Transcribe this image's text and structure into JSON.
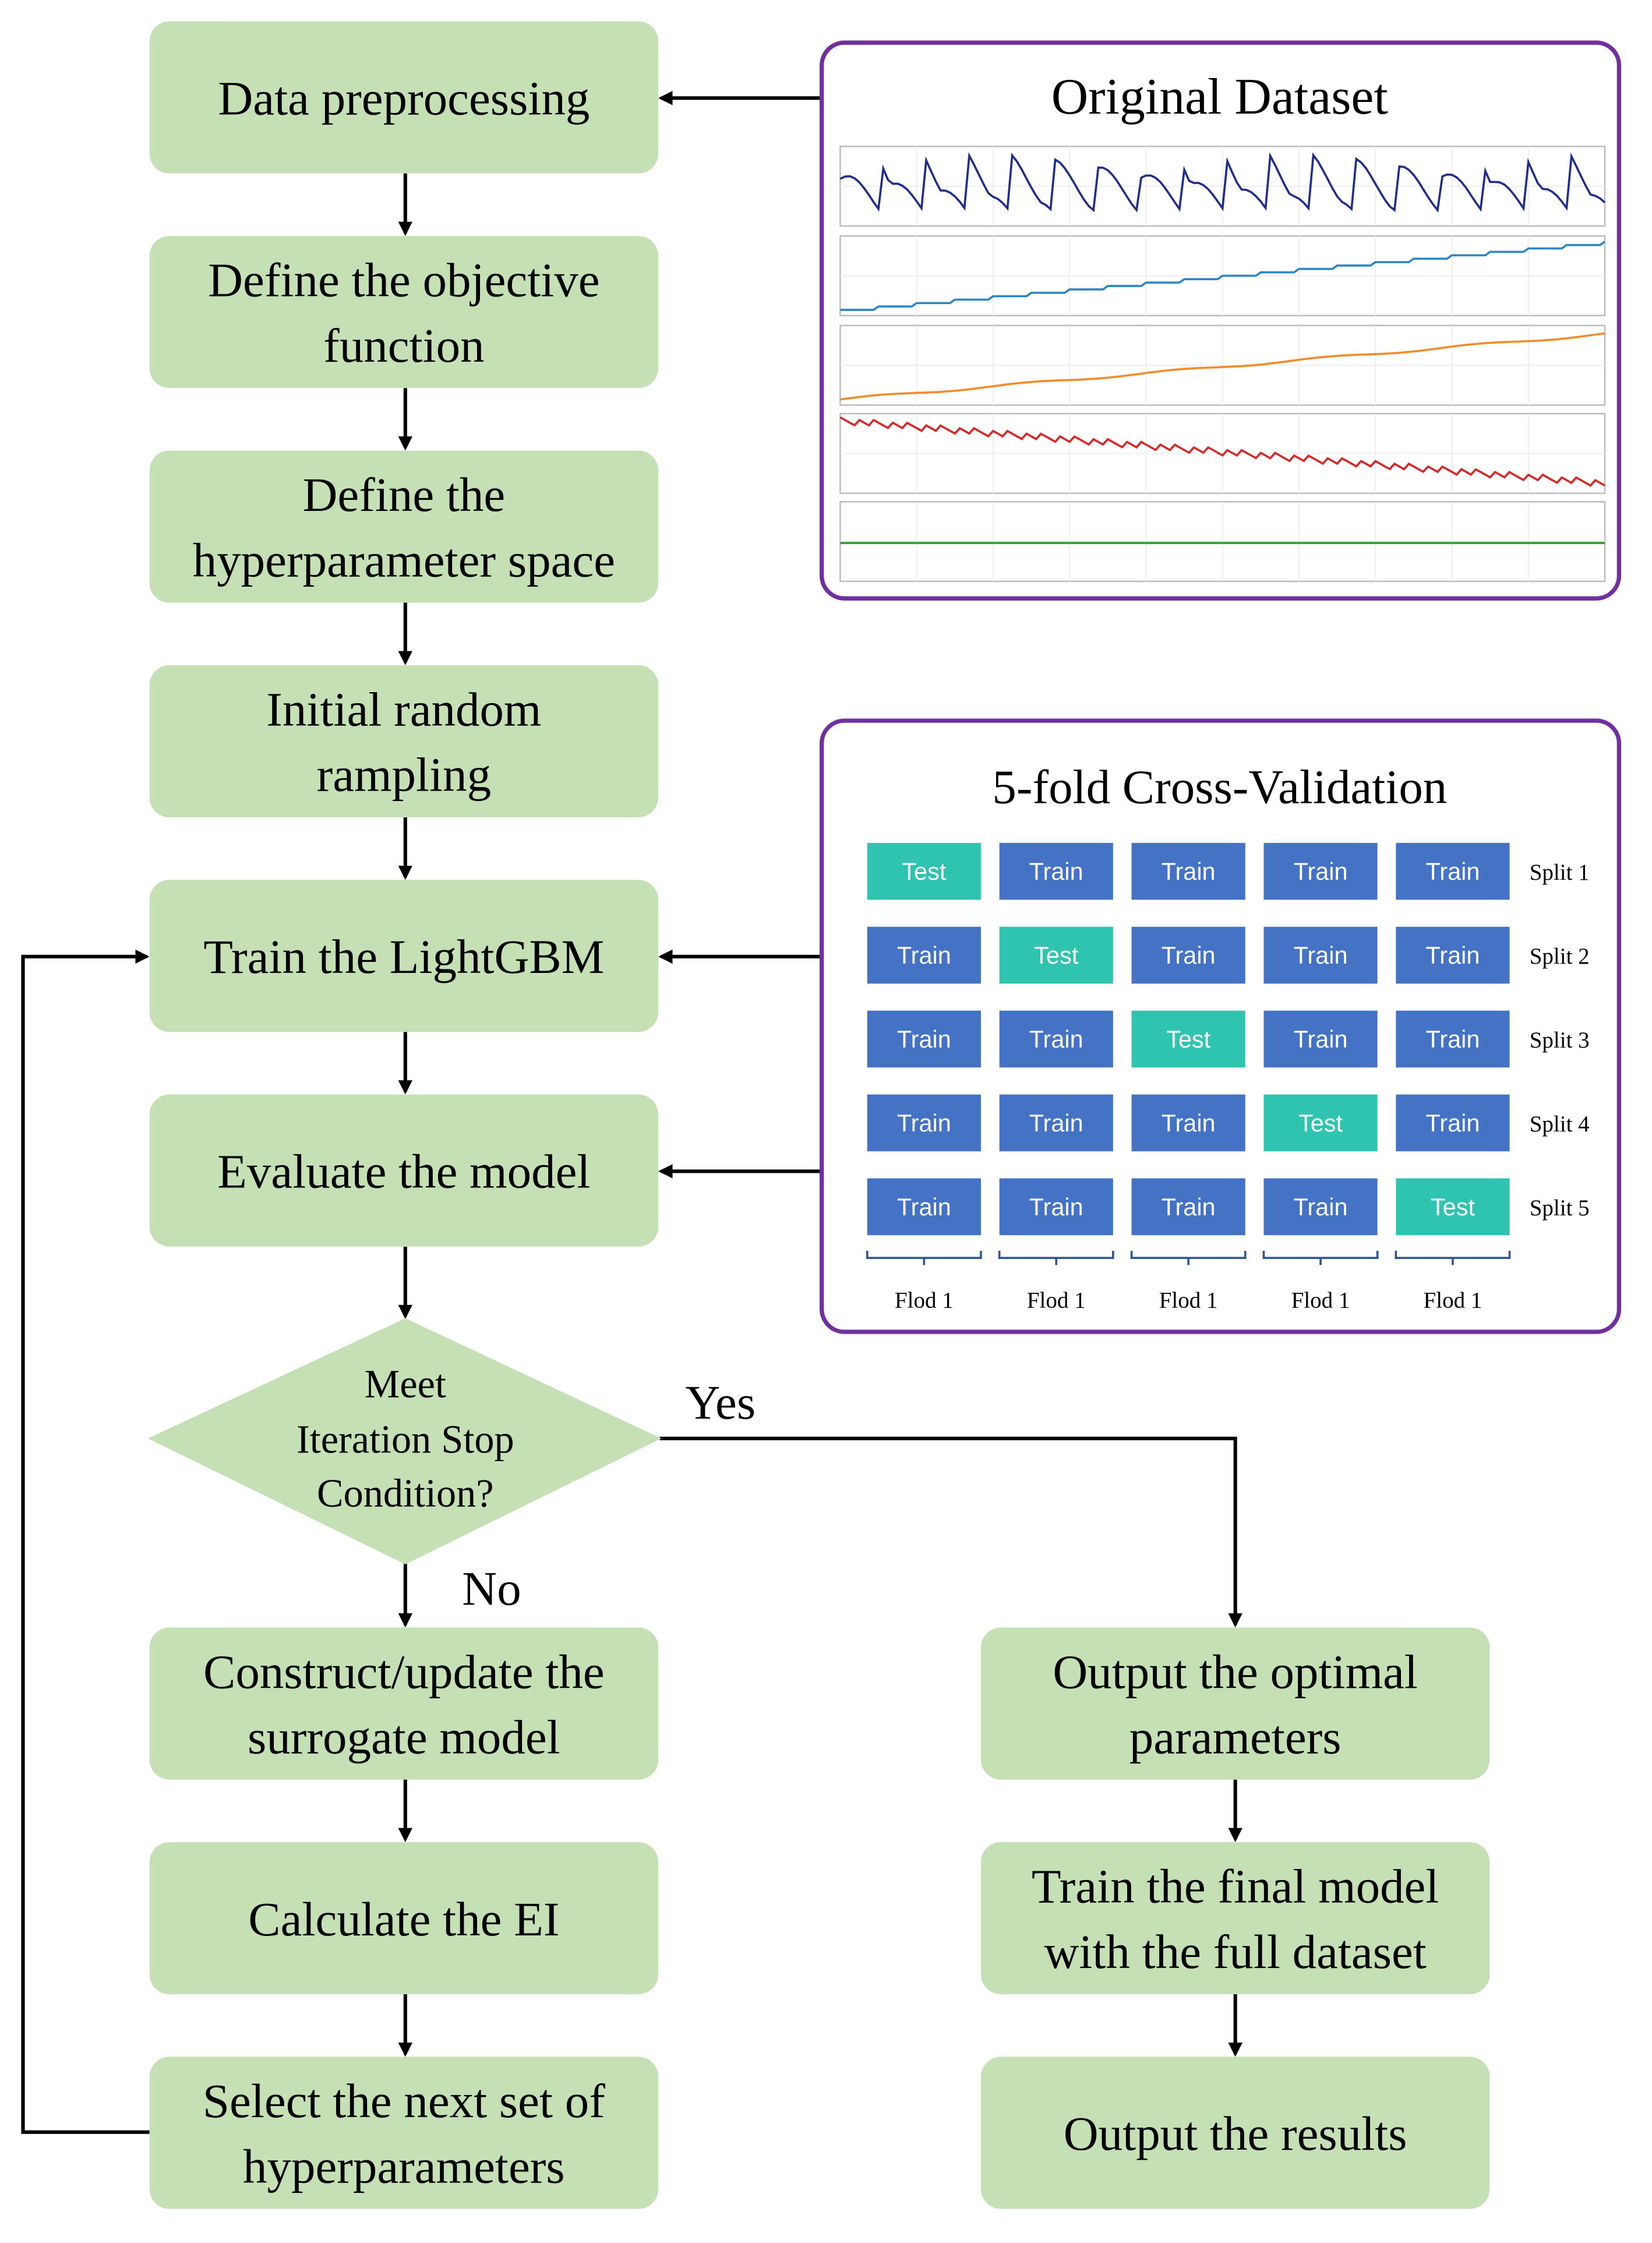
{
  "flowchart": {
    "left_steps": [
      {
        "id": "data_preprocessing",
        "lines": [
          "Data preprocessing"
        ]
      },
      {
        "id": "define_objective",
        "lines": [
          "Define the objective",
          "function"
        ]
      },
      {
        "id": "define_space",
        "lines": [
          "Define the",
          "hyperparameter space"
        ]
      },
      {
        "id": "initial_sampling",
        "lines": [
          "Initial random",
          "rampling"
        ]
      },
      {
        "id": "train_lightgbm",
        "lines": [
          "Train the LightGBM"
        ]
      },
      {
        "id": "evaluate_model",
        "lines": [
          "Evaluate the model"
        ]
      }
    ],
    "decision": {
      "lines": [
        "Meet",
        "Iteration Stop",
        "Condition?"
      ],
      "yes_label": "Yes",
      "no_label": "No"
    },
    "loop_steps": [
      {
        "id": "surrogate",
        "lines": [
          "Construct/update the",
          "surrogate model"
        ]
      },
      {
        "id": "calculate_ei",
        "lines": [
          "Calculate the  EI"
        ]
      },
      {
        "id": "select_next",
        "lines": [
          "Select the next set of",
          "hyperparameters"
        ]
      }
    ],
    "right_steps": [
      {
        "id": "output_params",
        "lines": [
          "Output the optimal",
          "parameters"
        ]
      },
      {
        "id": "train_final",
        "lines": [
          "Train the final model",
          "with the full dataset"
        ]
      },
      {
        "id": "output_results",
        "lines": [
          "Output the results"
        ]
      }
    ]
  },
  "dataset_panel": {
    "title": "Original Dataset",
    "series_colors": [
      "#1f2e8a",
      "#2f86c4",
      "#f08c2a",
      "#d42a2a",
      "#2ca02c"
    ]
  },
  "cv_panel": {
    "title": "5-fold Cross-Validation",
    "split_labels": [
      "Split 1",
      "Split 2",
      "Split 3",
      "Split 4",
      "Split 5"
    ],
    "fold_labels": [
      "Flod 1",
      "Flod 1",
      "Flod 1",
      "Flod 1",
      "Flod 1"
    ],
    "train_label": "Train",
    "test_label": "Test",
    "test_positions": [
      0,
      1,
      2,
      3,
      4
    ],
    "train_color": "#4472c4",
    "test_color": "#2ec4b0"
  },
  "colors": {
    "box_fill": "#c5e0b4",
    "panel_border": "#7030a0",
    "arrow": "#000000"
  }
}
